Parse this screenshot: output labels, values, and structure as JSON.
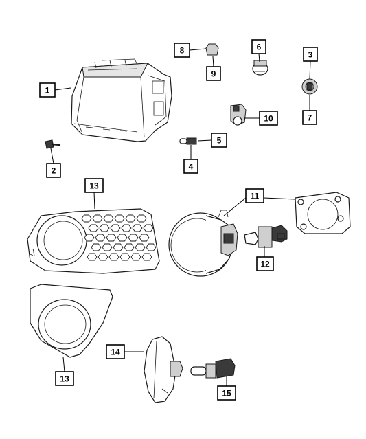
{
  "callouts": [
    {
      "id": "c1",
      "label": "1"
    },
    {
      "id": "c2",
      "label": "2"
    },
    {
      "id": "c3",
      "label": "3"
    },
    {
      "id": "c4",
      "label": "4"
    },
    {
      "id": "c5",
      "label": "5"
    },
    {
      "id": "c6",
      "label": "6"
    },
    {
      "id": "c7",
      "label": "7"
    },
    {
      "id": "c8",
      "label": "8"
    },
    {
      "id": "c9",
      "label": "9"
    },
    {
      "id": "c10",
      "label": "10"
    },
    {
      "id": "c11",
      "label": "11"
    },
    {
      "id": "c12",
      "label": "12"
    },
    {
      "id": "c13a",
      "label": "13"
    },
    {
      "id": "c13b",
      "label": "13"
    },
    {
      "id": "c14",
      "label": "14"
    },
    {
      "id": "c15",
      "label": "15"
    }
  ]
}
